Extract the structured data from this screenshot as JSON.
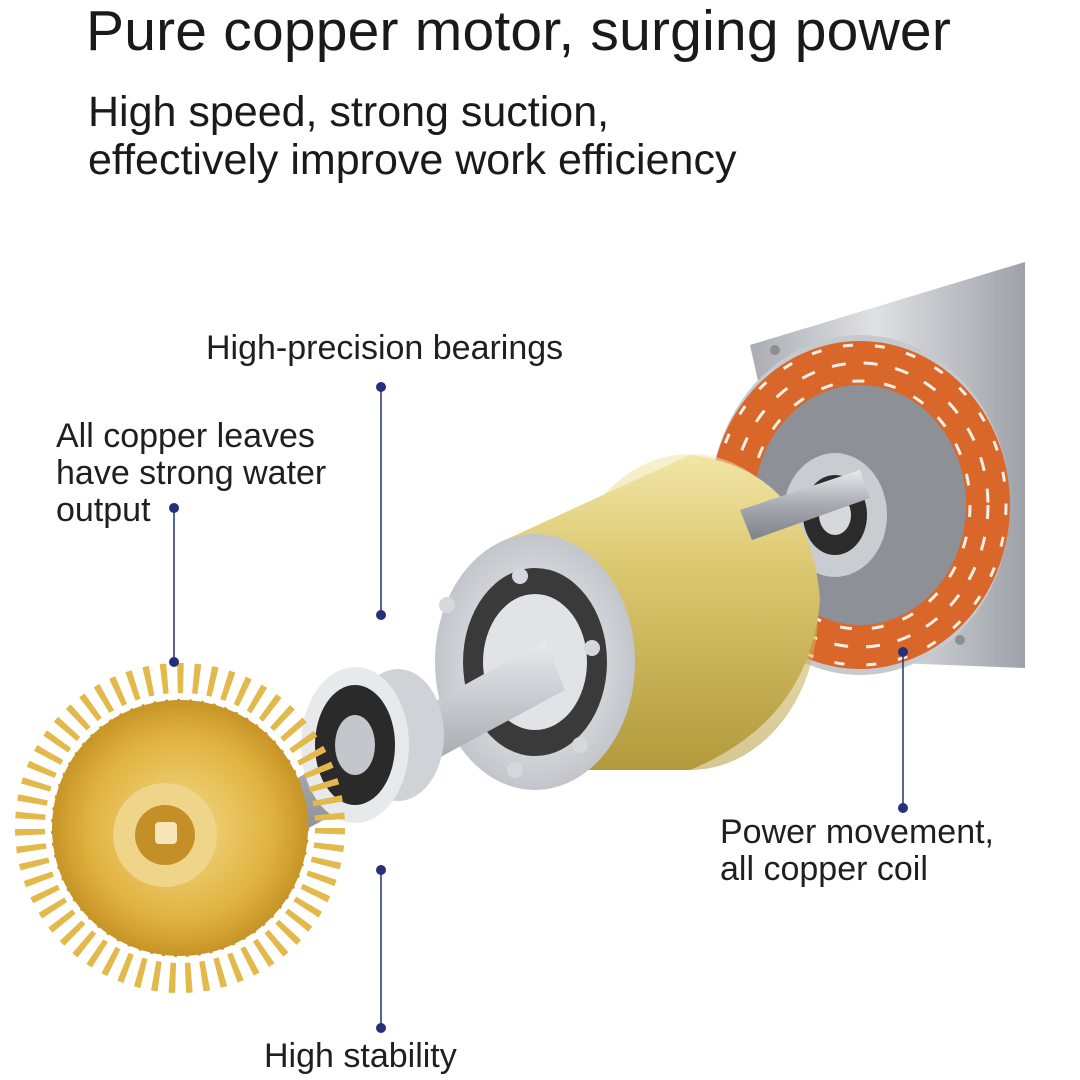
{
  "header": {
    "title": "Pure copper motor, surging power",
    "subtitle_line1": "High speed, strong suction,",
    "subtitle_line2": "effectively improve work efficiency"
  },
  "callouts": {
    "bearings": "High-precision bearings",
    "leaves_line1": "All copper leaves",
    "leaves_line2": "have strong water",
    "leaves_line3": "output",
    "power_line1": "Power movement,",
    "power_line2": "all copper coil",
    "stability": "High stability"
  },
  "colors": {
    "accent_line": "#24307a",
    "copper_coil": "#d9672a",
    "brass_impeller": "#e2b94a",
    "gold_rotor": "#d6c160",
    "steel": "#b8bcc2"
  }
}
